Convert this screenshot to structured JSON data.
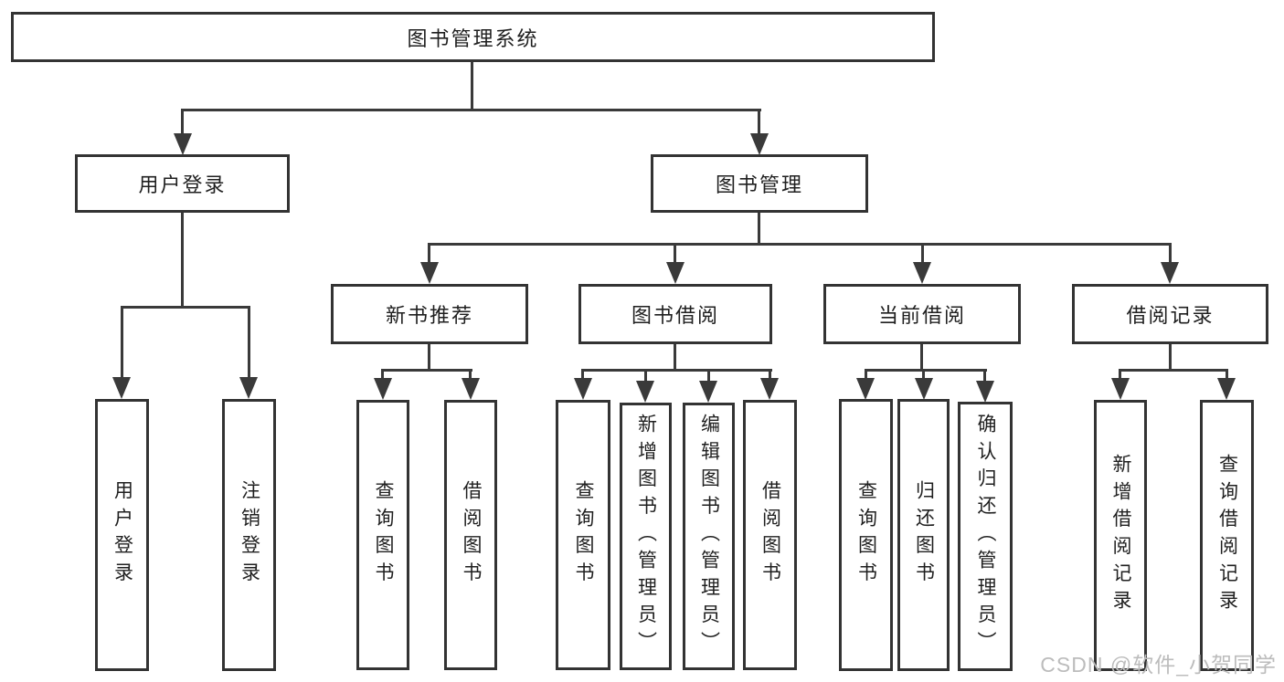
{
  "colors": {
    "line": "#3a3a3a",
    "box_border": "#333333",
    "text": "#1f1f1f",
    "watermark": "#bcbcbc",
    "background": "#ffffff"
  },
  "tree": {
    "root": "图书管理系统",
    "branches": [
      {
        "label": "用户登录",
        "children": [
          "用户登录",
          "注销登录"
        ]
      },
      {
        "label": "图书管理",
        "children": [
          {
            "label": "新书推荐",
            "children": [
              "查询图书",
              "借阅图书"
            ]
          },
          {
            "label": "图书借阅",
            "children": [
              "查询图书",
              "新增图书（管理员）",
              "编辑图书（管理员）",
              "借阅图书"
            ]
          },
          {
            "label": "当前借阅",
            "children": [
              "查询图书",
              "归还图书",
              "确认归还（管理员）"
            ]
          },
          {
            "label": "借阅记录",
            "children": [
              "新增借阅记录",
              "查询借阅记录"
            ]
          }
        ]
      }
    ]
  },
  "watermark": {
    "text": "CSDN @软件_小贺同学"
  }
}
